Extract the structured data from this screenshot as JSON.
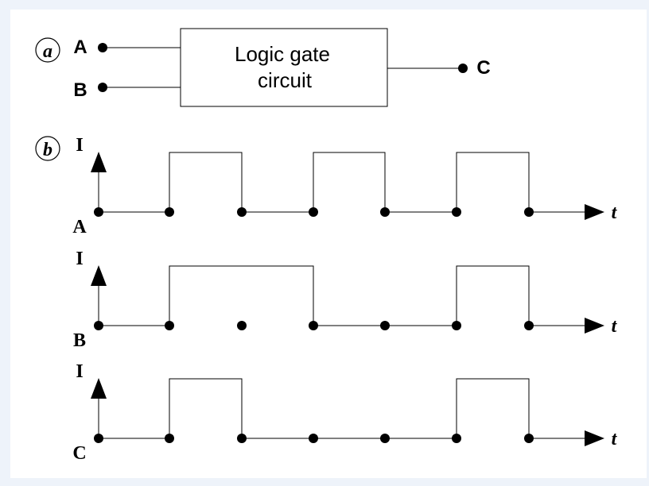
{
  "part_a": {
    "label": "a",
    "inputs": [
      "A",
      "B"
    ],
    "output": "C",
    "box_lines": [
      "Logic gate",
      "circuit"
    ]
  },
  "part_b": {
    "label": "b",
    "axis_y_label": "I",
    "axis_x_label": "t",
    "signals": [
      {
        "name": "A",
        "levels": [
          0,
          1,
          0,
          1,
          0,
          1,
          0
        ]
      },
      {
        "name": "B",
        "levels": [
          0,
          1,
          1,
          0,
          0,
          1,
          0
        ]
      },
      {
        "name": "C",
        "levels": [
          0,
          1,
          0,
          0,
          0,
          1,
          0
        ]
      }
    ]
  }
}
